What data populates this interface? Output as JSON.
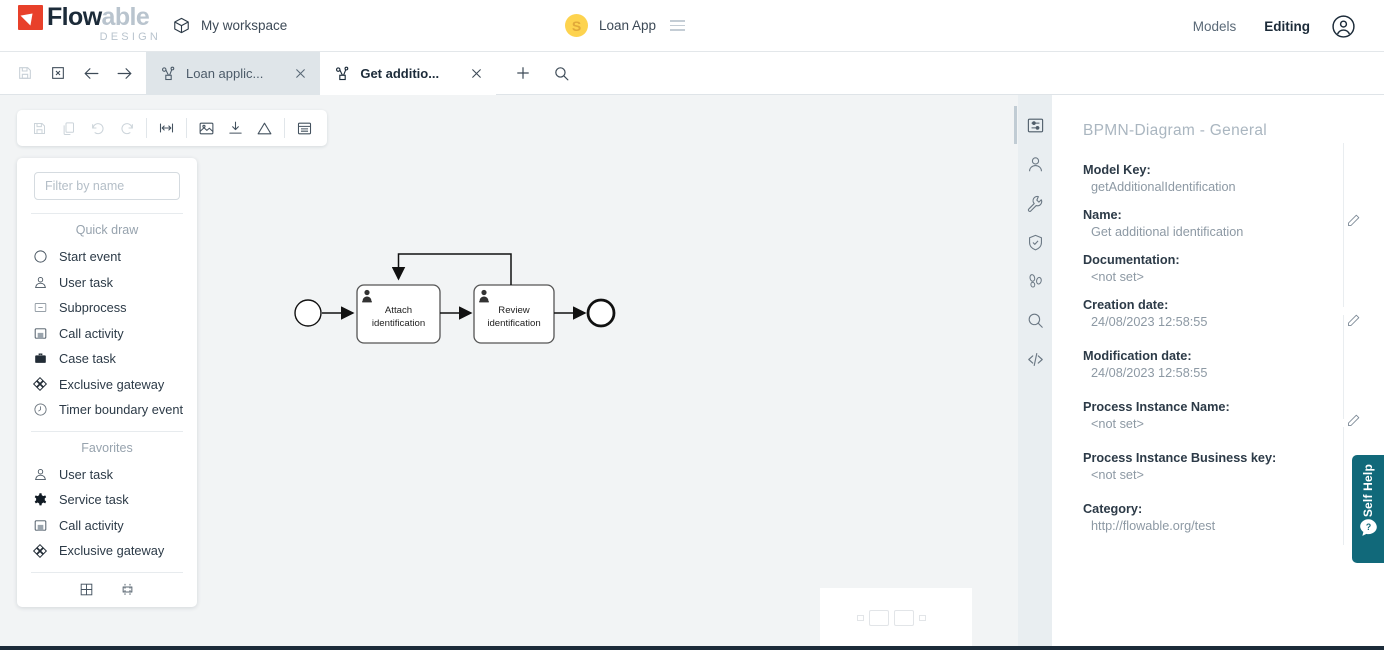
{
  "header": {
    "logo_primary": "Flow",
    "logo_secondary": "able",
    "logo_subtitle": "DESIGN",
    "workspace_label": "My workspace",
    "workspace_icon": "cube-icon",
    "app_badge": "S",
    "app_name": "Loan App",
    "app_menu_icon": "hamburger-icon",
    "nav_models": "Models",
    "nav_editing": "Editing",
    "avatar_icon": "account-circle-icon"
  },
  "tabbar": {
    "tools": [
      {
        "name": "save-disabled-icon",
        "enabled": false
      },
      {
        "name": "close-box-icon",
        "enabled": true
      },
      {
        "name": "arrow-left-icon",
        "enabled": true
      },
      {
        "name": "arrow-right-icon",
        "enabled": true
      }
    ],
    "tabs": [
      {
        "label": "Loan applic...",
        "icon": "bpmn-process-icon",
        "active": false,
        "close_icon": "close-icon"
      },
      {
        "label": "Get additio...",
        "icon": "bpmn-process-icon",
        "active": true,
        "close_icon": "close-icon"
      }
    ],
    "add_icon": "plus-icon",
    "search_icon": "search-icon"
  },
  "editor_toolbar": {
    "buttons": [
      {
        "name": "save-icon",
        "enabled": false
      },
      {
        "name": "copy-icon",
        "enabled": false
      },
      {
        "name": "undo-icon",
        "enabled": false
      },
      {
        "name": "redo-icon",
        "enabled": false
      },
      {
        "name": "fit-width-icon",
        "enabled": true
      },
      {
        "name": "export-image-icon",
        "enabled": true
      },
      {
        "name": "download-icon",
        "enabled": true
      },
      {
        "name": "validation-warning-icon",
        "enabled": true
      },
      {
        "name": "toggle-panel-icon",
        "enabled": true
      }
    ]
  },
  "palette": {
    "filter_placeholder": "Filter by name",
    "filter_value": "",
    "quick_draw_header": "Quick draw",
    "quick_draw": [
      {
        "label": "Start event",
        "icon": "start-event-icon"
      },
      {
        "label": "User task",
        "icon": "user-task-icon"
      },
      {
        "label": "Subprocess",
        "icon": "subprocess-icon"
      },
      {
        "label": "Call activity",
        "icon": "call-activity-icon"
      },
      {
        "label": "Case task",
        "icon": "case-task-icon"
      },
      {
        "label": "Exclusive gateway",
        "icon": "exclusive-gateway-icon"
      },
      {
        "label": "Timer boundary event",
        "icon": "timer-boundary-event-icon"
      }
    ],
    "favorites_header": "Favorites",
    "favorites": [
      {
        "label": "User task",
        "icon": "user-task-icon"
      },
      {
        "label": "Service task",
        "icon": "service-task-icon"
      },
      {
        "label": "Call activity",
        "icon": "call-activity-icon"
      },
      {
        "label": "Exclusive gateway",
        "icon": "exclusive-gateway-icon"
      }
    ],
    "footer_icons": [
      {
        "name": "grid-toggle-icon"
      },
      {
        "name": "snap-align-icon"
      }
    ]
  },
  "diagram": {
    "nodes": [
      {
        "id": "start",
        "type": "start-event",
        "label": ""
      },
      {
        "id": "attach",
        "type": "user-task",
        "label_line1": "Attach",
        "label_line2": "identification"
      },
      {
        "id": "review",
        "type": "user-task",
        "label_line1": "Review",
        "label_line2": "identification"
      },
      {
        "id": "end",
        "type": "end-event",
        "label": ""
      }
    ],
    "flows": [
      {
        "from": "start",
        "to": "attach"
      },
      {
        "from": "attach",
        "to": "review"
      },
      {
        "from": "review",
        "to": "end"
      },
      {
        "from": "review",
        "to": "attach",
        "type": "loop-back"
      }
    ]
  },
  "rail": {
    "items": [
      {
        "name": "properties-panel-icon",
        "active": true
      },
      {
        "name": "identity-user-icon",
        "active": false
      },
      {
        "name": "wrench-icon",
        "active": false
      },
      {
        "name": "shield-check-icon",
        "active": false
      },
      {
        "name": "footsteps-icon",
        "active": false
      },
      {
        "name": "search-icon",
        "active": false
      },
      {
        "name": "code-icon",
        "active": false
      }
    ]
  },
  "properties": {
    "title": "BPMN-Diagram - General",
    "fields": [
      {
        "label": "Model Key:",
        "value": "getAdditionalIdentification"
      },
      {
        "label": "Name:",
        "value": "Get additional identification"
      },
      {
        "label": "Documentation:",
        "value": "<not set>"
      },
      {
        "label": "Creation date:",
        "value": "24/08/2023 12:58:55"
      },
      {
        "label": "Modification date:",
        "value": "24/08/2023 12:58:55"
      },
      {
        "label": "Process Instance Name:",
        "value": "<not set>"
      },
      {
        "label": "Process Instance Business key:",
        "value": "<not set>"
      },
      {
        "label": "Category:",
        "value": "http://flowable.org/test"
      }
    ],
    "edit_icon": "pencil-icon"
  },
  "self_help": {
    "label": "Self Help",
    "icon": "help-bubble-icon",
    "color": "#11697a"
  },
  "colors": {
    "brand_red": "#e8402a",
    "brand_navy": "#1c2b39",
    "canvas_bg": "#f2f4f5",
    "rail_bg": "#e9eef1",
    "app_badge": "#fdd34f"
  }
}
